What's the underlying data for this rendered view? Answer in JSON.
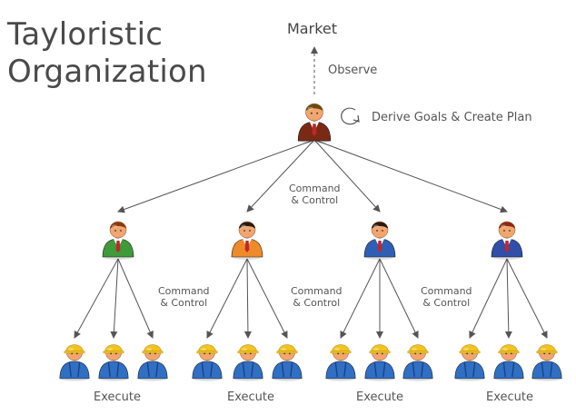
{
  "title": {
    "line1": "Tayloristic",
    "line2": "Organization"
  },
  "labels": {
    "market": "Market",
    "observe": "Observe",
    "derive": "Derive Goals & Create Plan",
    "command": "Command",
    "control": "& Control",
    "execute": "Execute"
  },
  "colors": {
    "arrow": "#555555",
    "skin": "#f2a66e",
    "boss_suit": "#7a2a14",
    "manager_suits": [
      "#3f9a3a",
      "#ee8a2a",
      "#2f5fb4",
      "#2f4fa8"
    ],
    "manager_hair": [
      "#8a3a12",
      "#2a1a0e",
      "#2a1a0e",
      "#8a2a10"
    ],
    "worker_helmet": "#f2c31e",
    "worker_suit": "#2f6fc4"
  },
  "icons": {
    "boss": "businessman-icon",
    "manager": "manager-icon",
    "worker": "construction-worker-icon",
    "cycle": "cycle-arrow-icon"
  }
}
